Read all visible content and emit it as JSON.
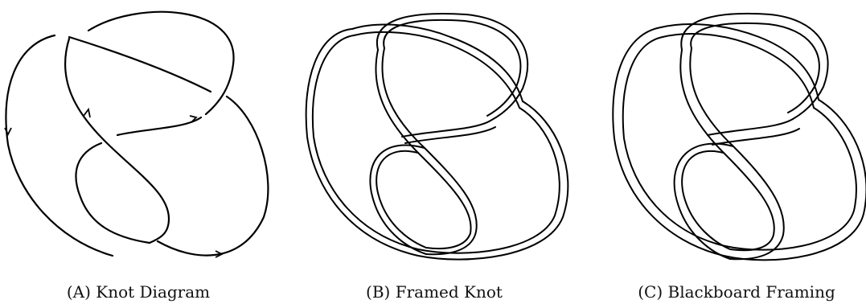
{
  "figure": {
    "panels": [
      {
        "id": "A",
        "caption": "(A) Knot Diagram"
      },
      {
        "id": "B",
        "caption": "(B) Framed Knot"
      },
      {
        "id": "C",
        "caption": "(C) Blackboard Framing"
      }
    ],
    "ink_color": "#000000",
    "background_color": "#ffffff"
  }
}
